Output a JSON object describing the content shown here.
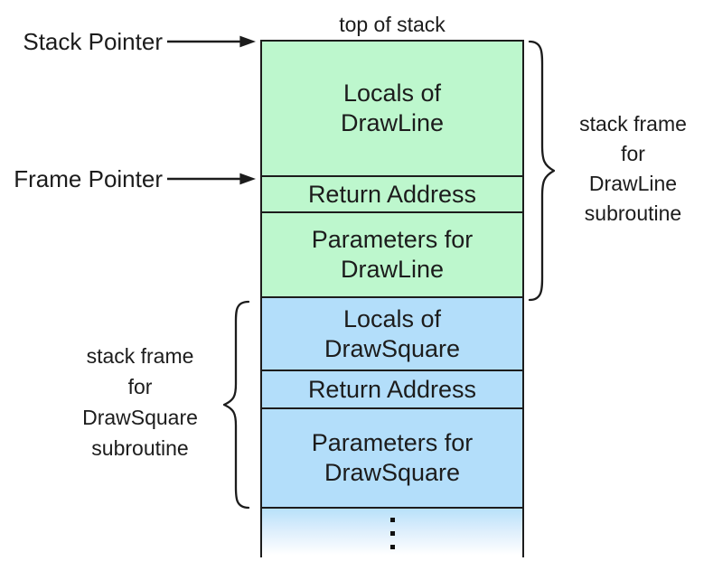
{
  "labels": {
    "top_of_stack": "top of stack",
    "stack_pointer": "Stack Pointer",
    "frame_pointer": "Frame Pointer"
  },
  "stack": {
    "sections": [
      {
        "id": "locals-drawline",
        "lines": [
          "Locals of",
          "DrawLine"
        ]
      },
      {
        "id": "return-address-drawline",
        "lines": [
          "Return Address"
        ]
      },
      {
        "id": "parameters-drawline",
        "lines": [
          "Parameters for",
          "DrawLine"
        ]
      },
      {
        "id": "locals-drawsquare",
        "lines": [
          "Locals of",
          "DrawSquare"
        ]
      },
      {
        "id": "return-address-drawsquare",
        "lines": [
          "Return Address"
        ]
      },
      {
        "id": "parameters-drawsquare",
        "lines": [
          "Parameters for",
          "DrawSquare"
        ]
      }
    ],
    "continuation_icon": "vertical-ellipsis"
  },
  "braces": {
    "drawline": {
      "lines": [
        "stack frame",
        "for",
        "DrawLine",
        "subroutine"
      ]
    },
    "drawsquare": {
      "lines": [
        "stack frame",
        "for",
        "DrawSquare",
        "subroutine"
      ]
    }
  },
  "colors": {
    "green_fill": "#bdf7cd",
    "blue_fill": "#b3defa",
    "line": "#1c1c1c"
  }
}
